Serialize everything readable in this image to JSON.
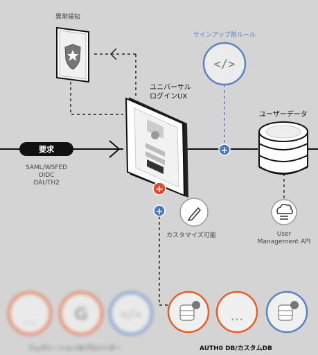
{
  "labels": {
    "anomaly_detection": "異常検知",
    "signup_rules": "サインアップ前ルール",
    "universal_login_line1": "ユニバーサル",
    "universal_login_line2": "ログインUX",
    "user_data": "ユーザーデータ",
    "request": "要求",
    "protocols": [
      "SAML/WSFED",
      "OIDC",
      "OAUTH2"
    ],
    "customizable": "カスタマイズ可能",
    "user_mgmt_line1": "User",
    "user_mgmt_line2": "Management API",
    "federated_providers": "フェデレーションIDプロバイダー",
    "auth0_db": "AUTH0 DB/カスタムDB",
    "google_letter": "G",
    "ellipsis": "...",
    "code_symbol": "</>",
    "plus": "+"
  },
  "icons": {
    "shield": "shield-star-icon",
    "code": "code-icon",
    "pencil": "pencil-icon",
    "cloud_api": "cloud-api-icon",
    "database": "database-icon"
  },
  "colors": {
    "background": "#d4d4d4",
    "line": "#111111",
    "red_plus": "#e8472b",
    "blue_plus": "#4a78c2",
    "orange_ring": "#eb5b2a",
    "blue_ring": "#5b82c4",
    "gray_ring": "#9a9a9a"
  }
}
